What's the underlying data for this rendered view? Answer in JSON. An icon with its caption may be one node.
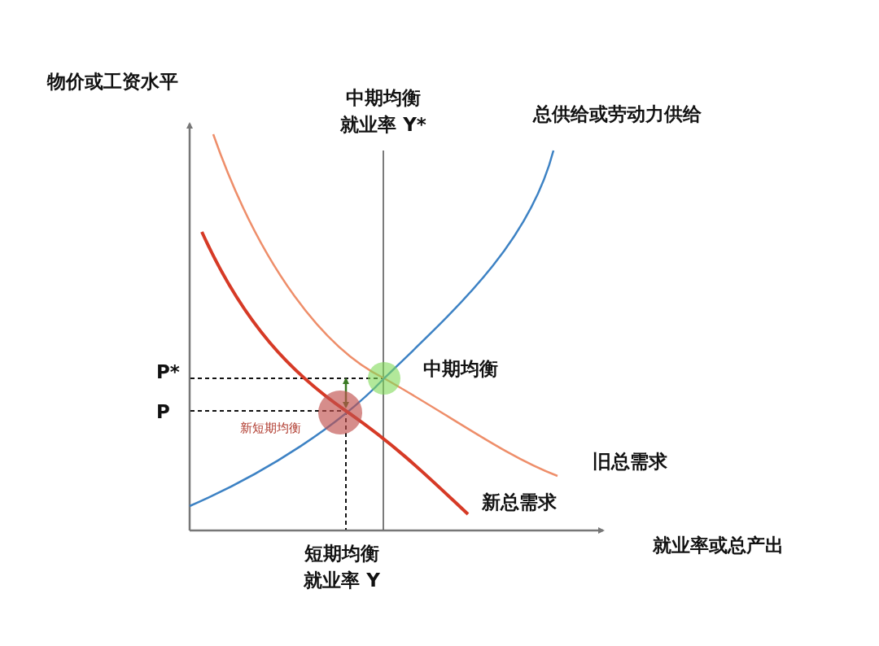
{
  "diagram": {
    "nodes": [
      {
        "text": [],
        "shape": "circle",
        "beside": [
          "中期均衡"
        ]
      },
      {
        "text": [],
        "shape": "circle",
        "beside": [
          "新短期均衡"
        ]
      }
    ],
    "edges": [
      {
        "from": 1,
        "to": 0,
        "arrow": "both",
        "color": "#3a7a23"
      }
    ],
    "labels": [
      "物价或工资水平",
      "中期均衡就业率 Y*",
      "总供给或劳动力供给",
      "P*",
      "P",
      "旧总需求",
      "新总需求",
      "就业率或总产出",
      "短期均衡就业率 Y"
    ]
  }
}
